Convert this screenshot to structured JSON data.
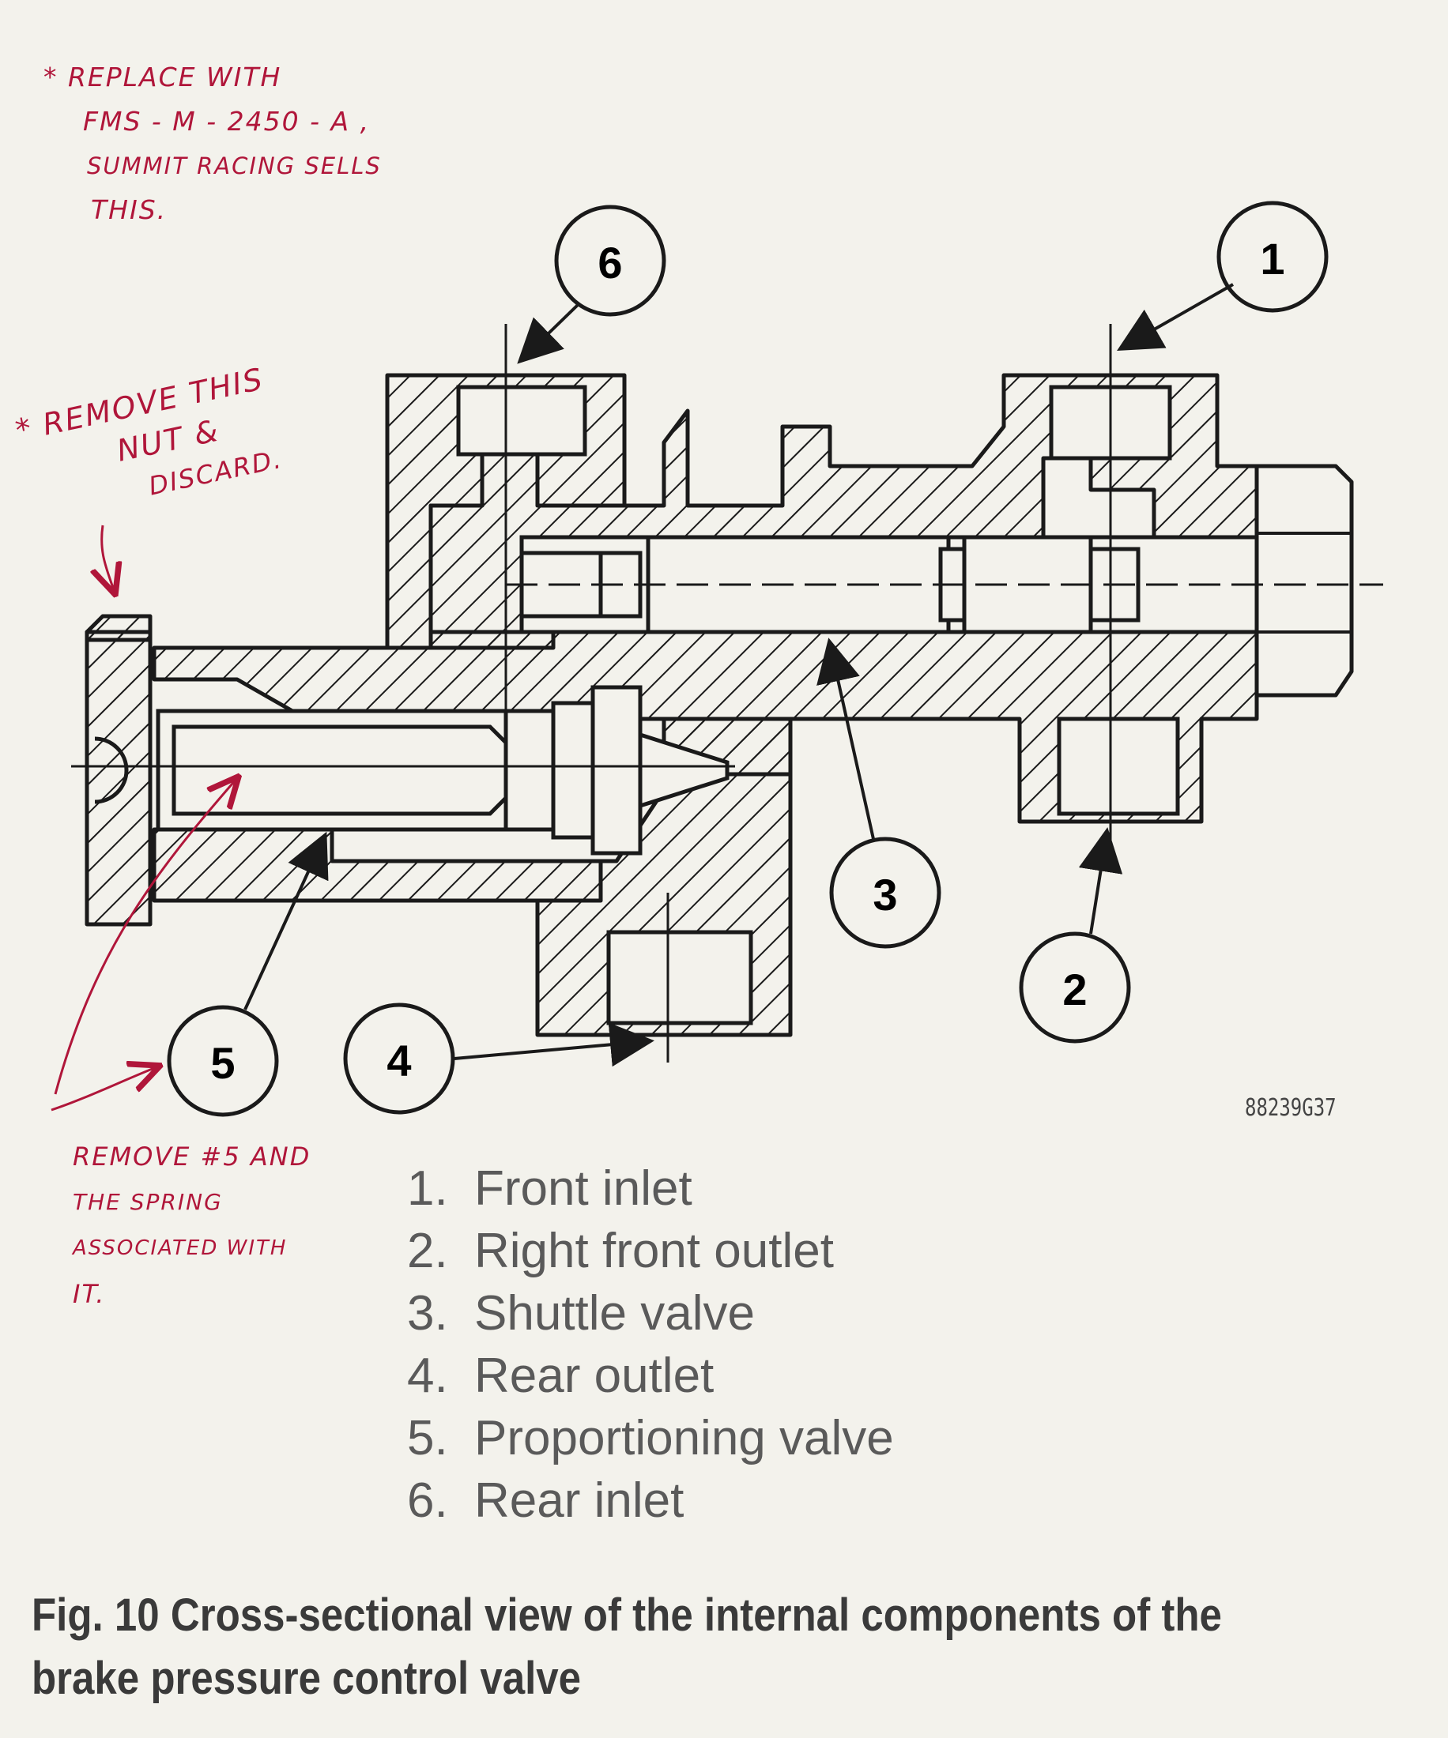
{
  "annotations": {
    "replace": [
      "* REPLACE WITH",
      "FMS - M - 2450 - A ,",
      "SUMMIT RACING SELLS",
      "THIS."
    ],
    "remove_nut": [
      "* REMOVE THIS",
      "NUT &",
      "DISCARD."
    ],
    "remove_5": [
      "REMOVE #5 AND",
      "THE SPRING",
      "ASSOCIATED WITH",
      "IT."
    ]
  },
  "callouts": [
    "1",
    "2",
    "3",
    "4",
    "5",
    "6"
  ],
  "figure_code": "88239G37",
  "legend": [
    {
      "num": "1.",
      "label": "Front inlet"
    },
    {
      "num": "2.",
      "label": "Right front outlet"
    },
    {
      "num": "3.",
      "label": "Shuttle valve"
    },
    {
      "num": "4.",
      "label": "Rear outlet"
    },
    {
      "num": "5.",
      "label": "Proportioning valve"
    },
    {
      "num": "6.",
      "label": "Rear inlet"
    }
  ],
  "caption": "Fig. 10 Cross-sectional view of the internal components of the brake pressure control valve",
  "colors": {
    "ink": "#1a1a1a",
    "annotation": "#b0163a",
    "paper": "#f3f2ec"
  }
}
